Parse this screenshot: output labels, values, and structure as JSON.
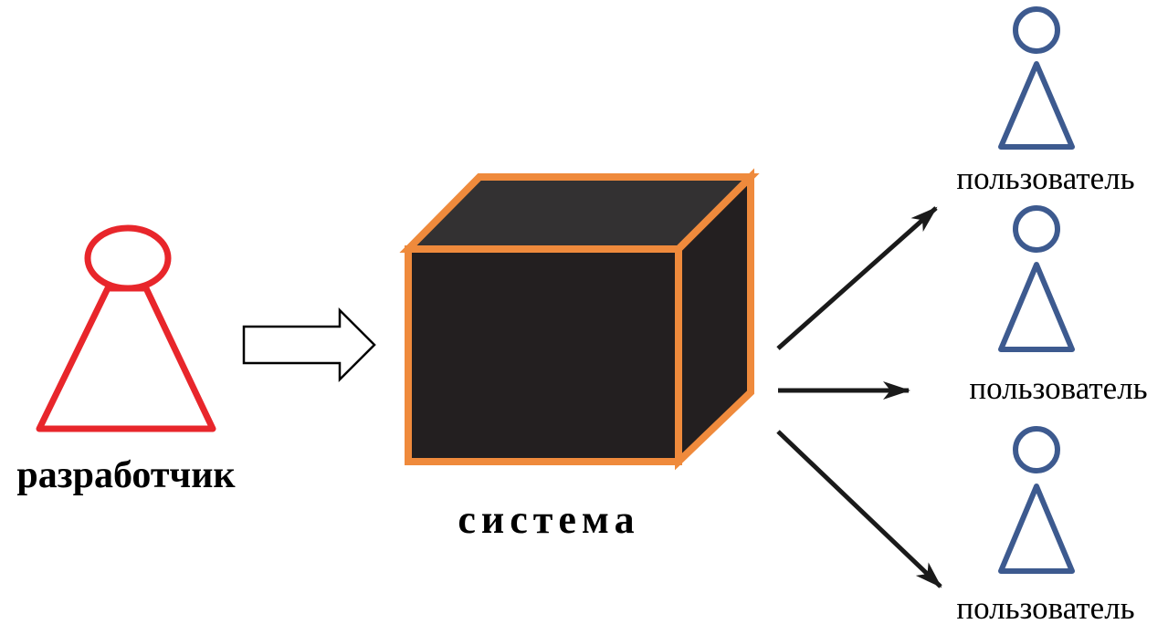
{
  "developer": {
    "label": "разработчик",
    "color": "#e8262b"
  },
  "system": {
    "label": "система",
    "edge_color": "#ef8a3c",
    "face_color": "#231f20",
    "top_color": "#333132"
  },
  "users": [
    {
      "label": "пользователь"
    },
    {
      "label": "пользователь"
    },
    {
      "label": "пользователь"
    }
  ],
  "user_color": "#3d5a8f",
  "arrow_color": "#1a1a1a"
}
